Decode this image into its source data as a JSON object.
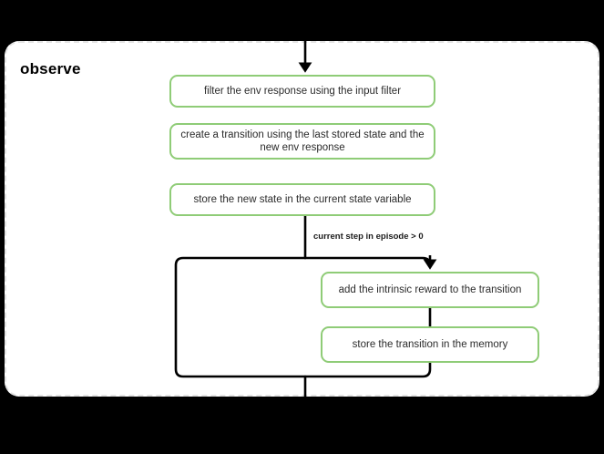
{
  "page": {
    "background_color": "#000000",
    "canvas_color": "#ffffff"
  },
  "group": {
    "title": "observe",
    "border_style": "dashed",
    "border_color": "#e3e3e3"
  },
  "style": {
    "node_border_color": "#8fcc77",
    "node_fill_color": "#ffffff",
    "node_text_color": "#2b2b2b",
    "edge_color": "#000000"
  },
  "chart_data": {
    "type": "diagram",
    "title": "observe",
    "nodes": [
      {
        "id": "filter",
        "label": "filter the env response using the input filter"
      },
      {
        "id": "create",
        "label": "create a transition using the last stored state and the new env response"
      },
      {
        "id": "store_state",
        "label": "store the new state in the current state variable"
      },
      {
        "id": "intrinsic",
        "label": "add the intrinsic reward to the transition"
      },
      {
        "id": "store_mem",
        "label": "store the transition in the memory"
      }
    ],
    "edges": [
      {
        "from": "entry",
        "to": "filter",
        "label": ""
      },
      {
        "from": "store_state",
        "to": "intrinsic",
        "label": "current step in episode > 0"
      },
      {
        "from": "store_state",
        "to": "merge",
        "label": ""
      },
      {
        "from": "store_mem",
        "to": "merge",
        "label": ""
      },
      {
        "from": "merge",
        "to": "exit",
        "label": ""
      }
    ]
  },
  "nodes": {
    "filter": {
      "label": "filter the env response using the input filter"
    },
    "create": {
      "label": "create a transition using the last stored state and the new env response"
    },
    "store_state": {
      "label": "store the new state in the current state variable"
    },
    "intrinsic": {
      "label": "add the intrinsic reward to the transition"
    },
    "store_mem": {
      "label": "store the transition in the memory"
    }
  },
  "labels": {
    "condition": "current step in episode > 0"
  }
}
